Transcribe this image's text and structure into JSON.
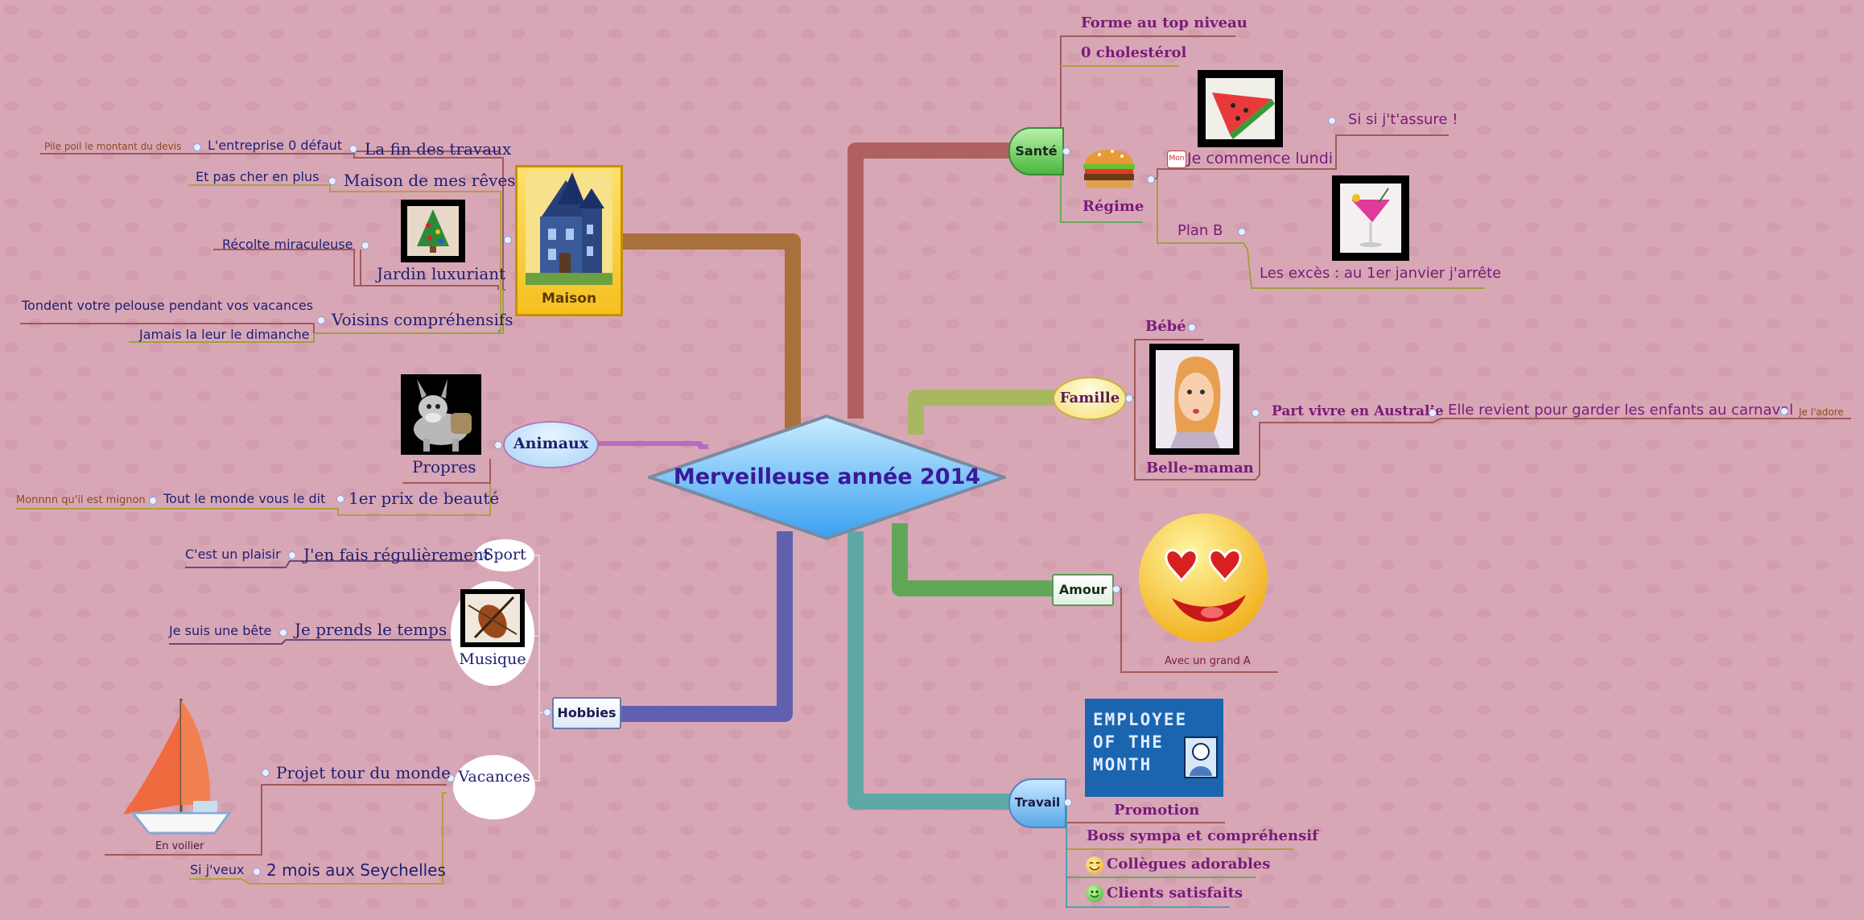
{
  "central": {
    "title": "Merveilleuse année 2014"
  },
  "branches": {
    "maison": {
      "label": "Maison",
      "items": {
        "fin_travaux": "La fin des travaux",
        "entreprise": "L'entreprise 0 défaut",
        "pile_poil": "Pile poil le montant du devis",
        "maison_reves": "Maison de mes rêves",
        "pas_cher": "Et pas cher en plus",
        "jardin": "Jardin luxuriant",
        "recolte": "Récolte miraculeuse",
        "voisins": "Voisins compréhensifs",
        "tondent": "Tondent votre pelouse pendant vos vacances",
        "jamais": "Jamais la leur le dimanche"
      }
    },
    "animaux": {
      "label": "Animaux",
      "items": {
        "propres": "Propres",
        "prix": "1er prix de beauté",
        "tout_monde": "Tout le monde vous le dit",
        "mignon": "Monnnn qu'il est mignon"
      }
    },
    "hobbies": {
      "label": "Hobbies",
      "items": {
        "sport": "Sport",
        "regulierement": "J'en fais régulièrement",
        "plaisir": "C'est un plaisir",
        "musique": "Musique",
        "temps": "Je prends le temps",
        "bete": "Je suis une bête",
        "vacances": "Vacances",
        "tour_monde": "Projet tour du monde",
        "voilier": "En voilier",
        "seychelles": "2 mois aux Seychelles",
        "si_je_veux": "Si j'veux"
      }
    },
    "sante": {
      "label": "Santé",
      "items": {
        "forme": "Forme au top niveau",
        "cholesterol": "0 cholestérol",
        "regime": "Régime",
        "mon_badge": "Mon",
        "lundi": "Je commence lundi",
        "si_si": "Si si j't'assure !",
        "plan_b": "Plan B",
        "exces": "Les excès : au 1er janvier j'arrête"
      }
    },
    "famille": {
      "label": "Famille",
      "items": {
        "bebe": "Bébé",
        "belle_maman": "Belle-maman",
        "australie": "Part vivre en Australie",
        "carnaval": "Elle revient pour garder les enfants au carnaval",
        "adore": "Je l'adore"
      }
    },
    "amour": {
      "label": "Amour",
      "items": {
        "grand_a": "Avec un grand A"
      }
    },
    "travail": {
      "label": "Travail",
      "items": {
        "badge_line1": "EMPLOYEE",
        "badge_line2": "OF THE",
        "badge_line3": "MONTH",
        "promotion": "Promotion",
        "boss": "Boss sympa et compréhensif",
        "collegues": "Collègues adorables",
        "clients": "Clients satisfaits"
      }
    }
  },
  "colors": {
    "background": "#d8a7b6",
    "center_fill": "#5ab4f0",
    "maison_branch": "#a8703a",
    "animaux_branch": "#b86ac0",
    "hobbies_branch": "#6060b0",
    "sante_branch": "#b06060",
    "famille_branch": "#a8b860",
    "amour_branch": "#60a858",
    "travail_branch": "#60a8a8"
  },
  "icons": [
    "house-picture",
    "christmas-tree-picture",
    "donkey-picture",
    "violin-picture",
    "sailboat-picture",
    "watermelon-picture",
    "burger-picture",
    "cocktail-picture",
    "mother-in-law-picture",
    "love-smiley-picture",
    "employee-badge-picture",
    "smiley-icon"
  ]
}
